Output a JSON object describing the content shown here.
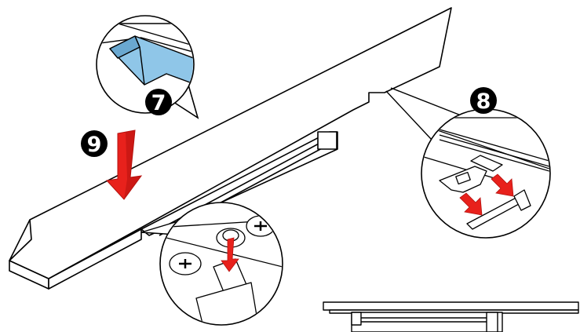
{
  "steps": [
    {
      "label": "7",
      "action": "peel-protective-film",
      "fill": "#000000"
    },
    {
      "label": "8",
      "action": "open-latch-clips",
      "fill": "#000000"
    },
    {
      "label": "9",
      "action": "press-heatsink-down",
      "fill": "#000000"
    }
  ],
  "colors": {
    "outline": "#000000",
    "panel": "#ffffff",
    "film": "#8fc6e8",
    "film_shadow": "#6aa8d0",
    "arrow_red": "#e8211c",
    "arrow_red_dark": "#b5120f"
  },
  "icons": {
    "press_down_arrow": "arrow-down-icon",
    "latch_arrow": "arrow-diagonal-icon",
    "screw_head": "phillips-screw-icon"
  }
}
